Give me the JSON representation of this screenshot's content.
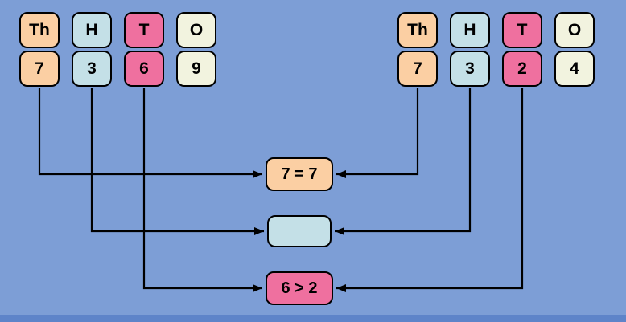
{
  "colors": {
    "background": "#7D9ED6",
    "background_edge": "#5E84C9",
    "peach": "#FBCFA3",
    "lightblue": "#C4E0E7",
    "pink": "#EF709F",
    "cream": "#F2F3DF",
    "line": "#000000"
  },
  "left": {
    "headers": [
      "Th",
      "H",
      "T",
      "O"
    ],
    "digits": [
      "7",
      "3",
      "6",
      "9"
    ]
  },
  "right": {
    "headers": [
      "Th",
      "H",
      "T",
      "O"
    ],
    "digits": [
      "7",
      "3",
      "2",
      "4"
    ]
  },
  "comparisons": [
    {
      "label": "7 = 7"
    },
    {
      "label": ""
    },
    {
      "label": "6 > 2"
    }
  ]
}
